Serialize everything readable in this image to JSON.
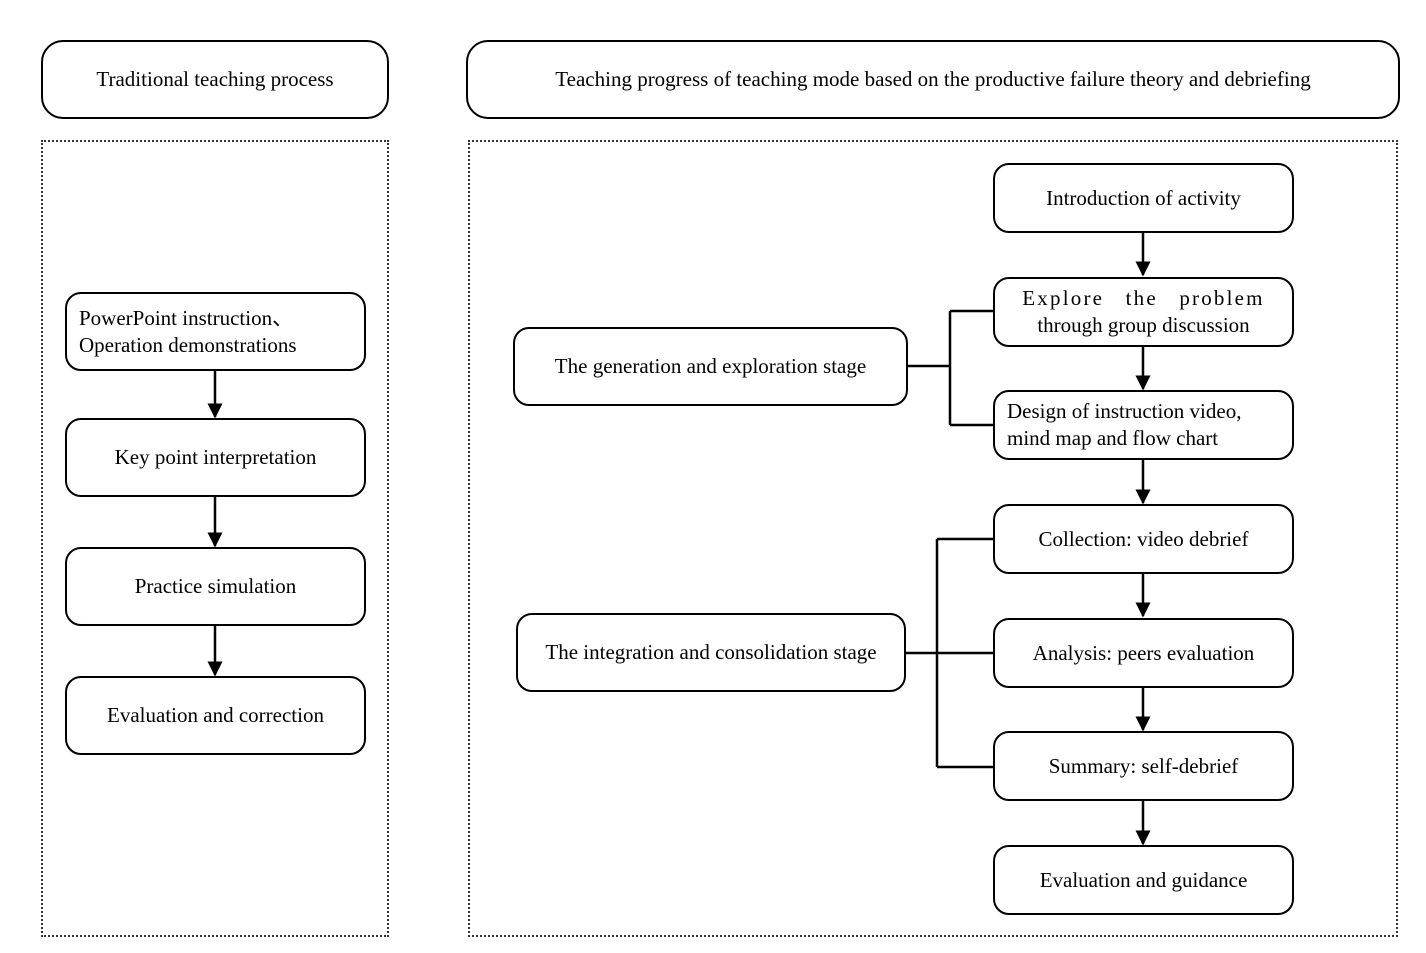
{
  "left": {
    "header": "Traditional teaching process",
    "steps": [
      [
        "PowerPoint  instruction、",
        "Operation demonstrations"
      ],
      "Key point interpretation",
      "Practice simulation",
      "Evaluation and correction"
    ]
  },
  "right": {
    "header": "Teaching progress of teaching mode based on the productive failure theory and debriefing",
    "stages": [
      "The generation and exploration stage",
      "The integration and consolidation stage"
    ],
    "steps": [
      "Introduction of activity",
      [
        "Explore the problem",
        "through group discussion"
      ],
      [
        "Design of instruction video,",
        "mind map and flow chart"
      ],
      "Collection: video debrief",
      "Analysis: peers evaluation",
      "Summary: self-debrief",
      "Evaluation and guidance"
    ]
  }
}
